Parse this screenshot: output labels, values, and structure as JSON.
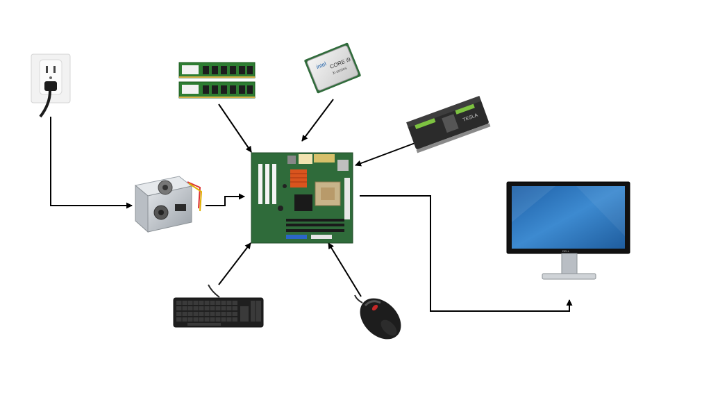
{
  "diagram": {
    "components": [
      {
        "id": "wall-outlet",
        "icon": "wall-outlet-icon"
      },
      {
        "id": "power-supply",
        "icon": "power-supply-icon"
      },
      {
        "id": "ram",
        "icon": "ram-modules-icon"
      },
      {
        "id": "cpu",
        "icon": "cpu-chip-icon"
      },
      {
        "id": "graphics-card",
        "icon": "graphics-card-icon"
      },
      {
        "id": "motherboard",
        "icon": "motherboard-icon"
      },
      {
        "id": "keyboard",
        "icon": "keyboard-icon"
      },
      {
        "id": "mouse",
        "icon": "mouse-icon"
      },
      {
        "id": "monitor",
        "icon": "monitor-icon"
      }
    ],
    "connections": [
      {
        "from": "wall-outlet",
        "to": "power-supply"
      },
      {
        "from": "power-supply",
        "to": "motherboard"
      },
      {
        "from": "ram",
        "to": "motherboard"
      },
      {
        "from": "cpu",
        "to": "motherboard"
      },
      {
        "from": "graphics-card",
        "to": "motherboard"
      },
      {
        "from": "keyboard",
        "to": "motherboard"
      },
      {
        "from": "mouse",
        "to": "motherboard"
      },
      {
        "from": "motherboard",
        "to": "monitor"
      }
    ],
    "colors": {
      "arrow": "#000000",
      "pcb_green": "#2f6b3a",
      "ram_green": "#2e7d32",
      "gpu_accent": "#7dc241",
      "psu_silver": "#c7ccd1",
      "monitor_screen": "#3a86c9",
      "heatsink": "#d9541e"
    },
    "text": {
      "cpu_brand": "intel",
      "cpu_line1": "CORE i9",
      "cpu_line2": "X-series",
      "gpu_label": "TESLA",
      "monitor_brand": "DELL"
    }
  }
}
